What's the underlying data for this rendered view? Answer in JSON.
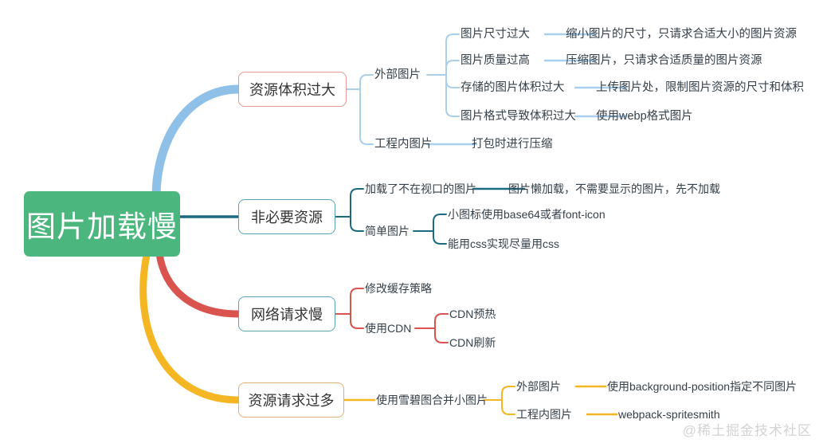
{
  "diagram": {
    "type": "mindmap",
    "root": {
      "label": "图片加载慢",
      "color": "#4bb77f"
    },
    "watermark": "@稀土掘金技术社区",
    "branches": [
      {
        "id": "b1",
        "label": "资源体积过大",
        "color": "#8ec0e8",
        "border": "#e59a93",
        "children": [
          {
            "label": "外部图片",
            "children": [
              {
                "label": "图片尺寸过大",
                "detail": "缩小图片的尺寸，只请求合适大小的图片资源"
              },
              {
                "label": "图片质量过高",
                "detail": "压缩图片，只请求合适质量的图片资源"
              },
              {
                "label": "存储的图片体积过大",
                "detail": "上传图片处，限制图片资源的尺寸和体积"
              },
              {
                "label": "图片格式导致体积过大",
                "detail": "使用webp格式图片"
              }
            ]
          },
          {
            "label": "工程内图片",
            "children": [
              {
                "label": "打包时进行压缩",
                "detail": ""
              }
            ]
          }
        ]
      },
      {
        "id": "b2",
        "label": "非必要资源",
        "color": "#1d6a80",
        "border": "#5ba3b4",
        "children": [
          {
            "label": "加载了不在视口的图片",
            "children": [
              {
                "label": "图片懒加载，不需要显示的图片，先不加载",
                "detail": ""
              }
            ]
          },
          {
            "label": "简单图片",
            "children": [
              {
                "label": "小图标使用base64或者font-icon",
                "detail": ""
              },
              {
                "label": "能用css实现尽量用css",
                "detail": ""
              }
            ]
          }
        ]
      },
      {
        "id": "b3",
        "label": "网络请求慢",
        "color": "#d9534f",
        "border": "#5ba3b4",
        "children": [
          {
            "label": "修改缓存策略",
            "children": []
          },
          {
            "label": "使用CDN",
            "children": [
              {
                "label": "CDN预热",
                "detail": ""
              },
              {
                "label": "CDN刷新",
                "detail": ""
              }
            ]
          }
        ]
      },
      {
        "id": "b4",
        "label": "资源请求过多",
        "color": "#f5b623",
        "border": "#e0b070",
        "children": [
          {
            "label": "使用雪碧图合并小图片",
            "children": [
              {
                "label": "外部图片",
                "detail": "使用background-position指定不同图片"
              },
              {
                "label": "工程内图片",
                "detail": "webpack-spritesmith"
              }
            ]
          }
        ]
      }
    ]
  }
}
